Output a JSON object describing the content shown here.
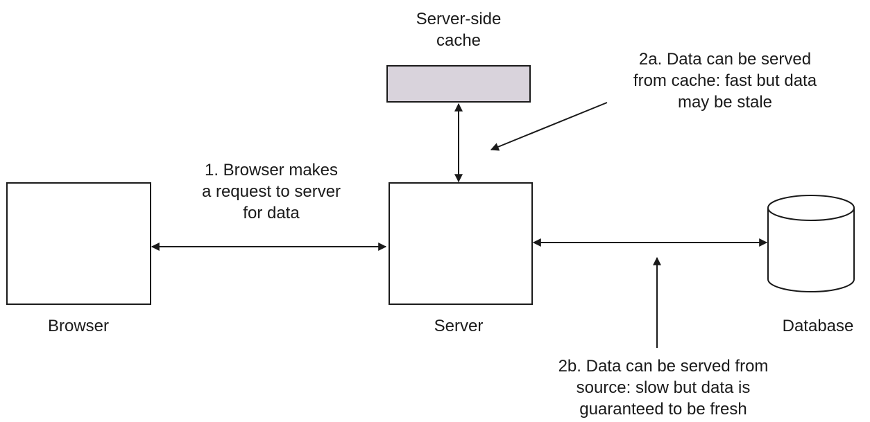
{
  "nodes": {
    "cache": {
      "label_lines": [
        "Server-side",
        "cache"
      ],
      "fill": "#d9d3dc"
    },
    "browser": {
      "label": "Browser"
    },
    "server": {
      "label": "Server"
    },
    "database": {
      "label": "Database"
    }
  },
  "annotations": {
    "request": {
      "lines": [
        "1. Browser makes",
        "a request to server",
        "for data"
      ]
    },
    "from_cache": {
      "lines": [
        "2a. Data can be served",
        "from cache: fast but data",
        "may be stale"
      ]
    },
    "from_source": {
      "lines": [
        "2b. Data can be served from",
        "source: slow but data is",
        "guaranteed to be fresh"
      ]
    }
  },
  "colors": {
    "stroke": "#1a1a1a",
    "background": "#ffffff"
  }
}
